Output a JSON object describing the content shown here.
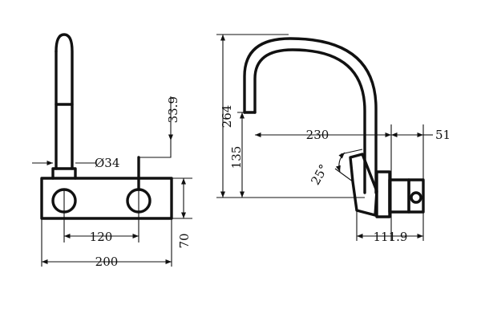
{
  "dimensions": {
    "front_plate_width": "200",
    "handle_spacing": "120",
    "plate_height": "70",
    "spout_diameter": "Ø34",
    "handle_offset": "33.9",
    "overall_height": "264",
    "outlet_height": "135",
    "spout_reach": "230",
    "body_projection": "51",
    "wall_depth": "111.9",
    "spout_angle": "25°"
  },
  "colors": {
    "ink": "#111111",
    "background": "#ffffff"
  }
}
